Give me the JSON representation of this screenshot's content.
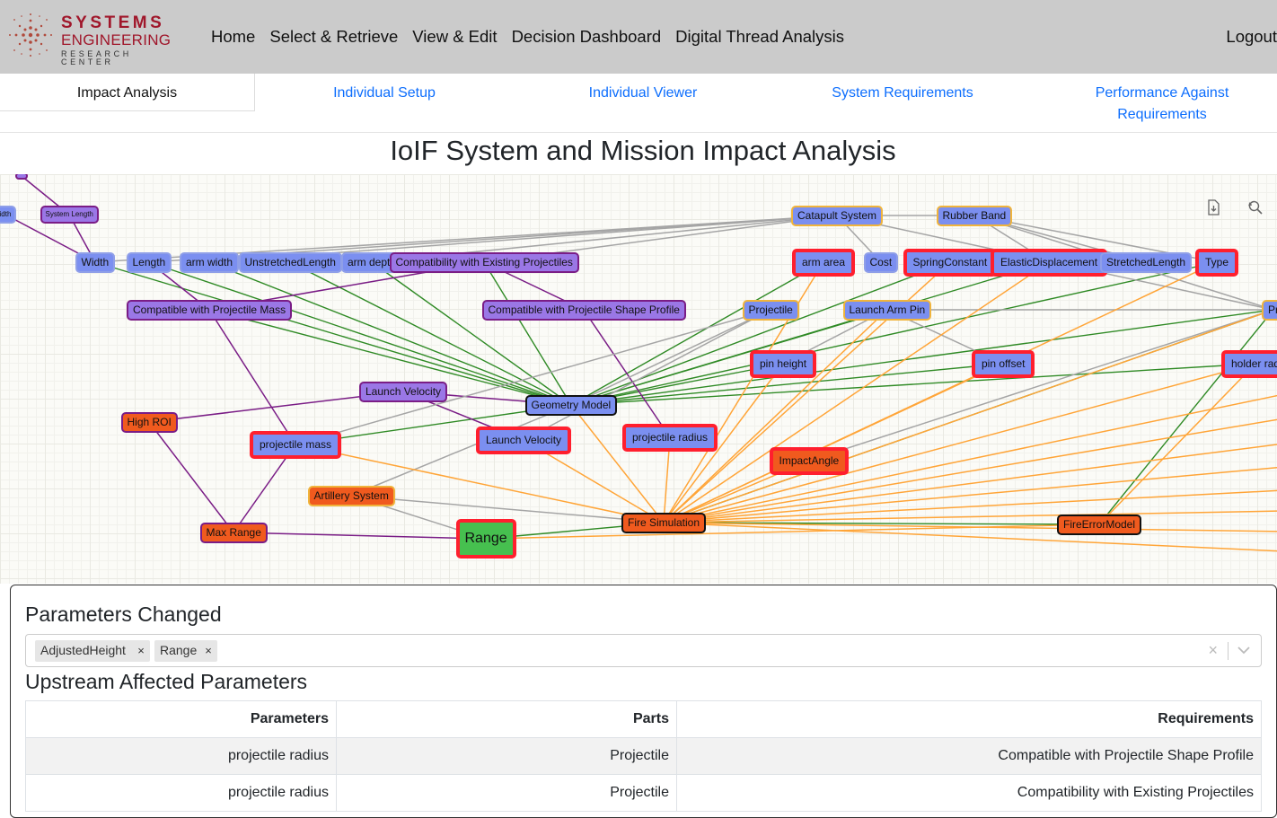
{
  "brand": {
    "line1": "SYSTEMS",
    "line2": "ENGINEERING",
    "line3": "RESEARCH CENTER"
  },
  "nav": {
    "links": [
      "Home",
      "Select & Retrieve",
      "View & Edit",
      "Decision Dashboard",
      "Digital Thread Analysis"
    ],
    "logout": "Logout"
  },
  "tabs": [
    "Impact Analysis",
    "Individual Setup",
    "Individual Viewer",
    "System Requirements",
    "Performance Against Requirements"
  ],
  "active_tab": "Impact Analysis",
  "page_title": "IoIF System and Mission Impact Analysis",
  "graph": {
    "toolbar": [
      "download-icon",
      "zoom-reset-icon"
    ],
    "nodes": [
      {
        "id": "truncated-top",
        "label": ""
      },
      {
        "id": "width-cut",
        "label": "idth"
      },
      {
        "id": "system-length",
        "label": "System Length"
      },
      {
        "id": "width",
        "label": "Width"
      },
      {
        "id": "length",
        "label": "Length"
      },
      {
        "id": "arm-width",
        "label": "arm width"
      },
      {
        "id": "unstretched-length",
        "label": "UnstretchedLength"
      },
      {
        "id": "arm-depth",
        "label": "arm depth"
      },
      {
        "id": "compat-existing",
        "label": "Compatibility with Existing Projectiles"
      },
      {
        "id": "compat-mass",
        "label": "Compatible with Projectile Mass"
      },
      {
        "id": "compat-shape",
        "label": "Compatible with Projectile Shape Profile"
      },
      {
        "id": "catapult-system",
        "label": "Catapult System"
      },
      {
        "id": "rubber-band",
        "label": "Rubber Band"
      },
      {
        "id": "arm-area",
        "label": "arm area"
      },
      {
        "id": "cost",
        "label": "Cost"
      },
      {
        "id": "spring-constant",
        "label": "SpringConstant"
      },
      {
        "id": "elastic-displacement",
        "label": "ElasticDisplacement"
      },
      {
        "id": "stretched-length",
        "label": "StretchedLength"
      },
      {
        "id": "type",
        "label": "Type"
      },
      {
        "id": "projectile",
        "label": "Projectile"
      },
      {
        "id": "launch-arm-pin",
        "label": "Launch Arm Pin"
      },
      {
        "id": "pr-cut",
        "label": "Pr"
      },
      {
        "id": "pin-height",
        "label": "pin height"
      },
      {
        "id": "pin-offset",
        "label": "pin offset"
      },
      {
        "id": "holder-cut",
        "label": "holder rad"
      },
      {
        "id": "launch-velocity-req",
        "label": "Launch Velocity"
      },
      {
        "id": "geometry-model",
        "label": "Geometry Model"
      },
      {
        "id": "high-roi",
        "label": "High ROI"
      },
      {
        "id": "projectile-mass",
        "label": "projectile mass"
      },
      {
        "id": "launch-velocity",
        "label": "Launch Velocity"
      },
      {
        "id": "projectile-radius",
        "label": "projectile radius"
      },
      {
        "id": "impact-angle",
        "label": "ImpactAngle"
      },
      {
        "id": "artillery-system",
        "label": "Artillery System"
      },
      {
        "id": "fire-simulation",
        "label": "Fire Simulation"
      },
      {
        "id": "fire-error-model",
        "label": "FireErrorModel"
      },
      {
        "id": "max-range",
        "label": "Max Range"
      },
      {
        "id": "range",
        "label": "Range"
      }
    ],
    "colors": {
      "parameter": "#7b8ff0",
      "requirement": "#9a77e6",
      "model": "#f05a1e",
      "success": "#46c04f",
      "part_border": "#f0b43c",
      "affected_border": "#ff1f2e",
      "edge_green": "#2f8a25",
      "edge_orange": "#ffa538",
      "edge_purple": "#7a1d86",
      "edge_gray": "#a5a5a5"
    }
  },
  "params_changed": {
    "heading": "Parameters Changed",
    "chips": [
      "AdjustedHeight",
      "Range"
    ],
    "remove_glyph": "×",
    "clear_glyph": "×"
  },
  "upstream": {
    "heading": "Upstream Affected Parameters",
    "columns": [
      "Parameters",
      "Parts",
      "Requirements"
    ],
    "rows": [
      [
        "projectile radius",
        "Projectile",
        "Compatible with Projectile Shape Profile"
      ],
      [
        "projectile radius",
        "Projectile",
        "Compatibility with Existing Projectiles"
      ]
    ]
  }
}
